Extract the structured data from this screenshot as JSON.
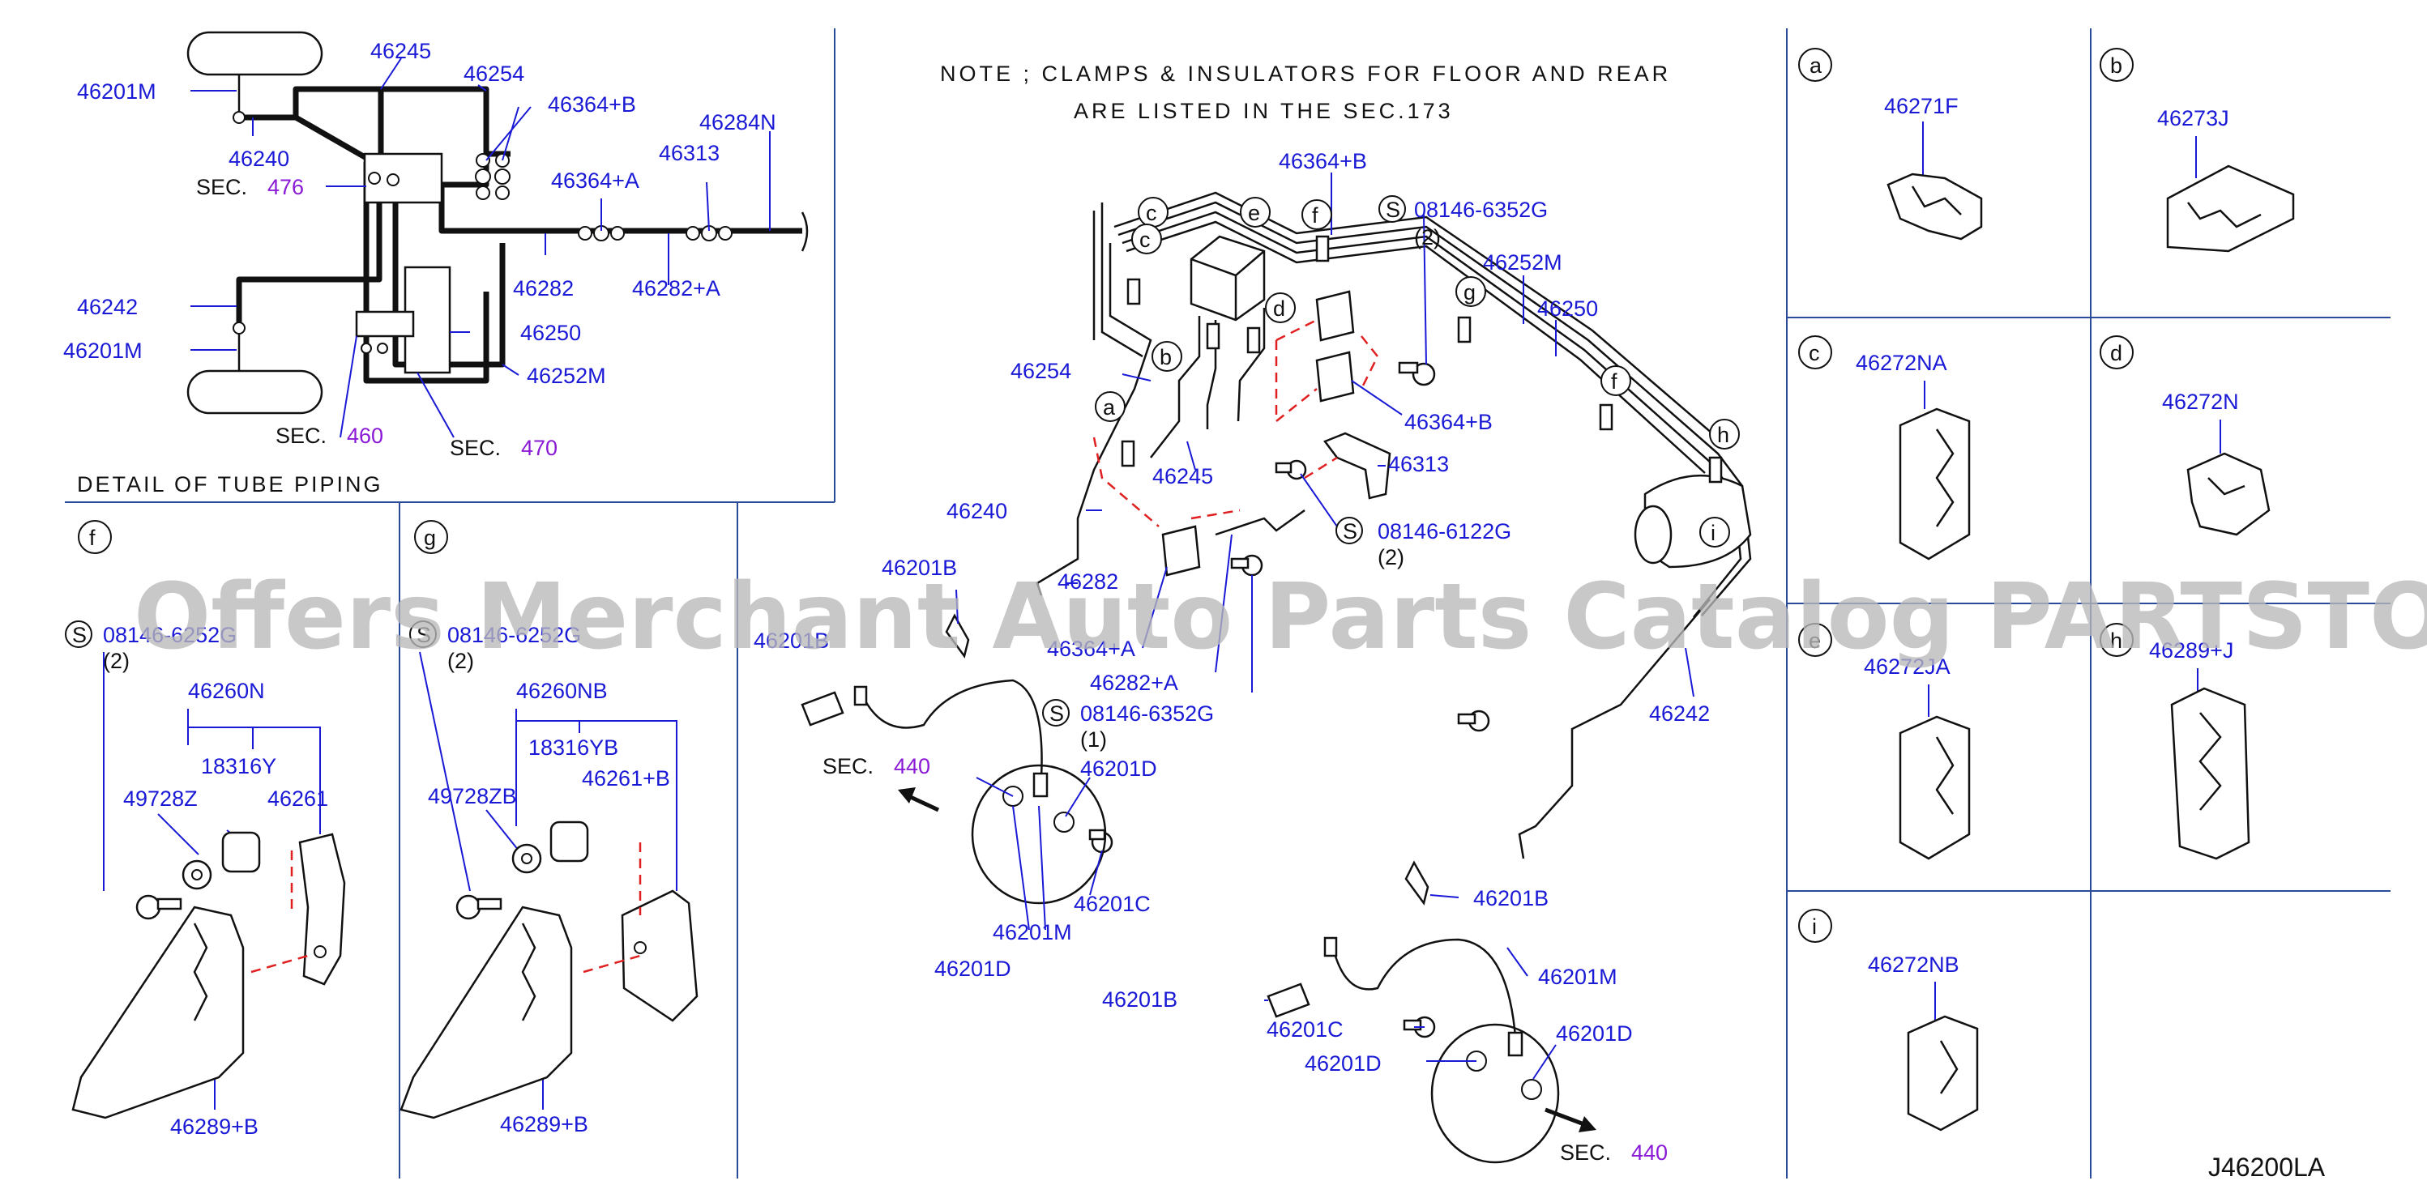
{
  "diagram_id": "J46200LA",
  "watermark": "Offers Merchant Auto Parts Catalog PARTSTORE.SA",
  "note": {
    "line1": "NOTE ; CLAMPS & INSULATORS FOR FLOOR AND REAR",
    "line2": "ARE LISTED IN THE SEC.173"
  },
  "detail_title": "DETAIL OF TUBE PIPING",
  "sec_word": "SEC.",
  "sections": {
    "s476": "476",
    "s460": "460",
    "s470": "470",
    "s440": "440"
  },
  "s_symbol": "S",
  "tube_detail_labels": {
    "p46201M_a": "46201M",
    "p46240": "46240",
    "p46245": "46245",
    "p46254": "46254",
    "p46364B": "46364+B",
    "p46284N": "46284N",
    "p46313": "46313",
    "p46364A": "46364+A",
    "p46282": "46282",
    "p46282A": "46282+A",
    "p46242": "46242",
    "p46201M_b": "46201M",
    "p46250": "46250",
    "p46252M": "46252M"
  },
  "main_labels": {
    "p46364B_top": "46364+B",
    "bolt_top": "08146-6352G",
    "qty_top": "(2)",
    "p46252M": "46252M",
    "p46250": "46250",
    "p46254": "46254",
    "p46364B_mid": "46364+B",
    "p46245": "46245",
    "p46313": "46313",
    "p46240": "46240",
    "bolt_mid": "08146-6122G",
    "qty_mid": "(2)",
    "p46282": "46282",
    "p46201B_a": "46201B",
    "p46201B_b": "46201B",
    "p46364A": "46364+A",
    "p46282A": "46282+A",
    "bolt_low": "08146-6352G",
    "qty_low": "(1)",
    "p46201D_a": "46201D",
    "p46201C_a": "46201C",
    "p46201M_a": "46201M",
    "p46201D_b": "46201D",
    "p46242": "46242",
    "p46201B_c": "46201B",
    "p46201M_b": "46201M",
    "p46201B_d": "46201B",
    "p46201D_c": "46201D",
    "p46201C_b": "46201C",
    "p46201D_d": "46201D"
  },
  "panel_f": {
    "letter": "f",
    "bolt": "08146-6252G",
    "qty": "(2)",
    "p46260N": "46260N",
    "p18316Y": "18316Y",
    "p49728Z": "49728Z",
    "p46261": "46261",
    "p46289B": "46289+B"
  },
  "panel_g": {
    "letter": "g",
    "bolt": "08146-6252G",
    "qty": "(2)",
    "p46260NB": "46260NB",
    "p18316YB": "18316YB",
    "p49728ZB": "49728ZB",
    "p46261B": "46261+B",
    "p46289B": "46289+B"
  },
  "clamp_panels": [
    {
      "letter": "a",
      "part": "46271F"
    },
    {
      "letter": "b",
      "part": "46273J"
    },
    {
      "letter": "c",
      "part": "46272NA"
    },
    {
      "letter": "d",
      "part": "46272N"
    },
    {
      "letter": "e",
      "part": "46272JA"
    },
    {
      "letter": "h",
      "part": "46289+J"
    },
    {
      "letter": "i",
      "part": "46272NB"
    }
  ],
  "callout_letters": [
    "c",
    "c",
    "e",
    "f",
    "d",
    "b",
    "a",
    "g",
    "f",
    "h",
    "i"
  ]
}
